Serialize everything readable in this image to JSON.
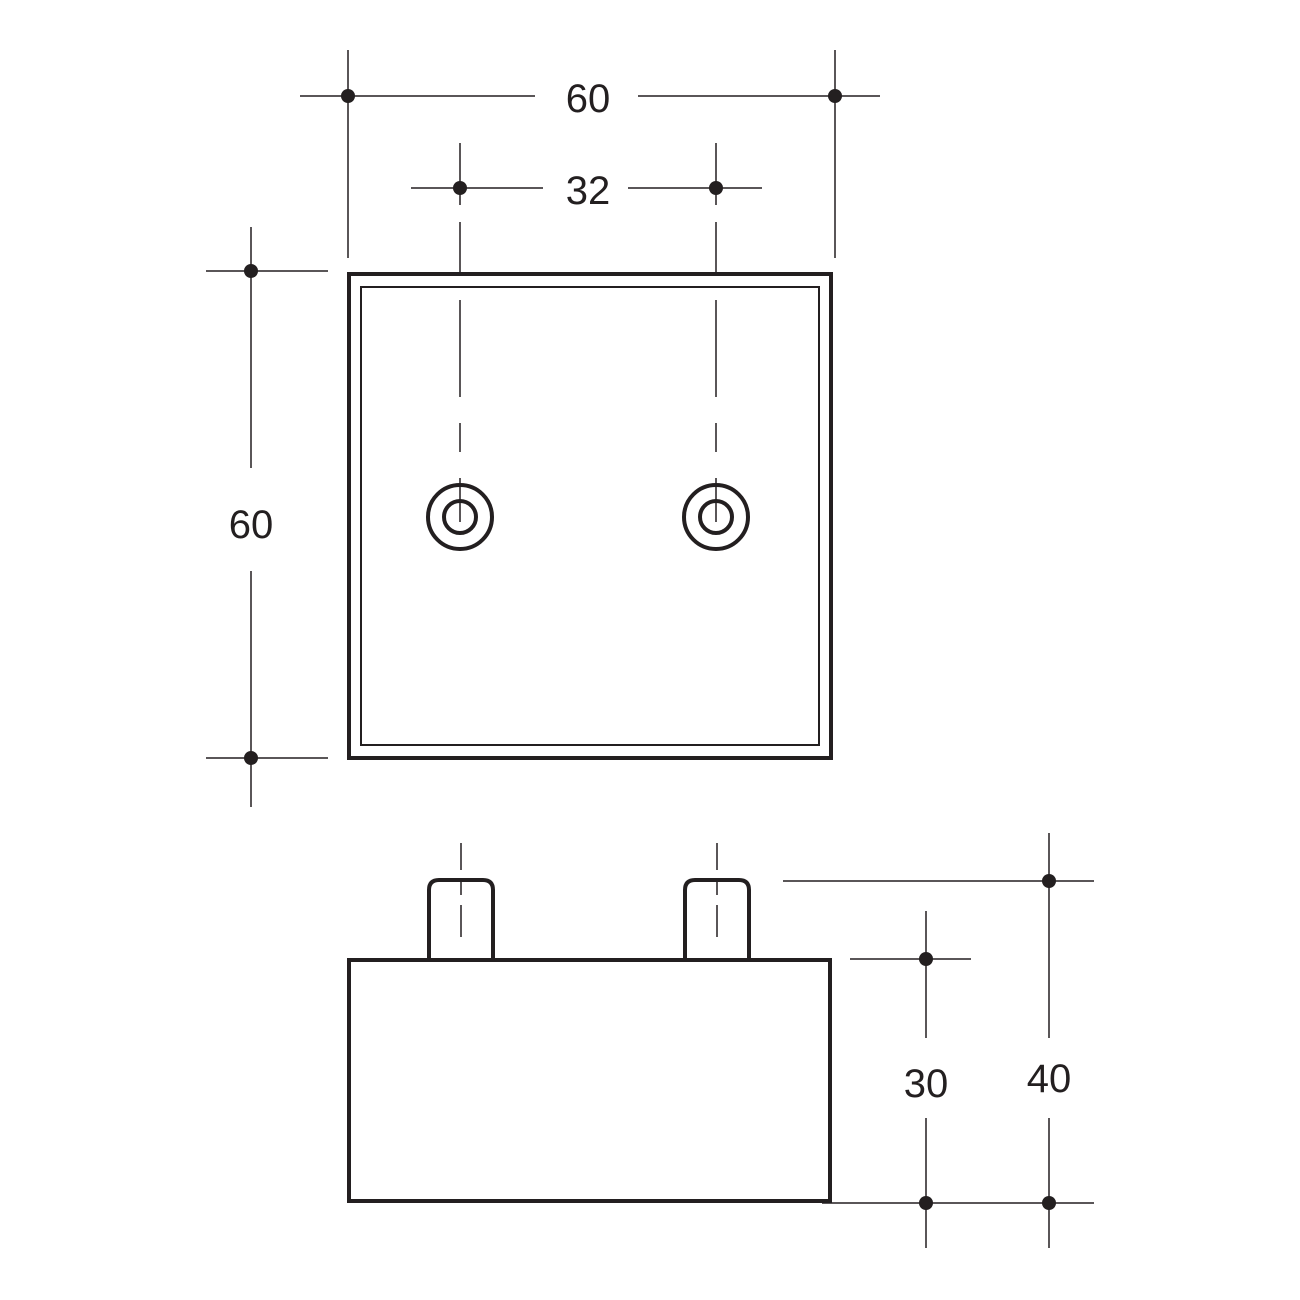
{
  "top_view": {
    "width_label": "60",
    "hole_spacing_label": "32",
    "height_label": "60"
  },
  "side_view": {
    "body_height_label": "30",
    "total_height_label": "40"
  },
  "colors": {
    "line": "#231f20",
    "background": "#ffffff"
  }
}
